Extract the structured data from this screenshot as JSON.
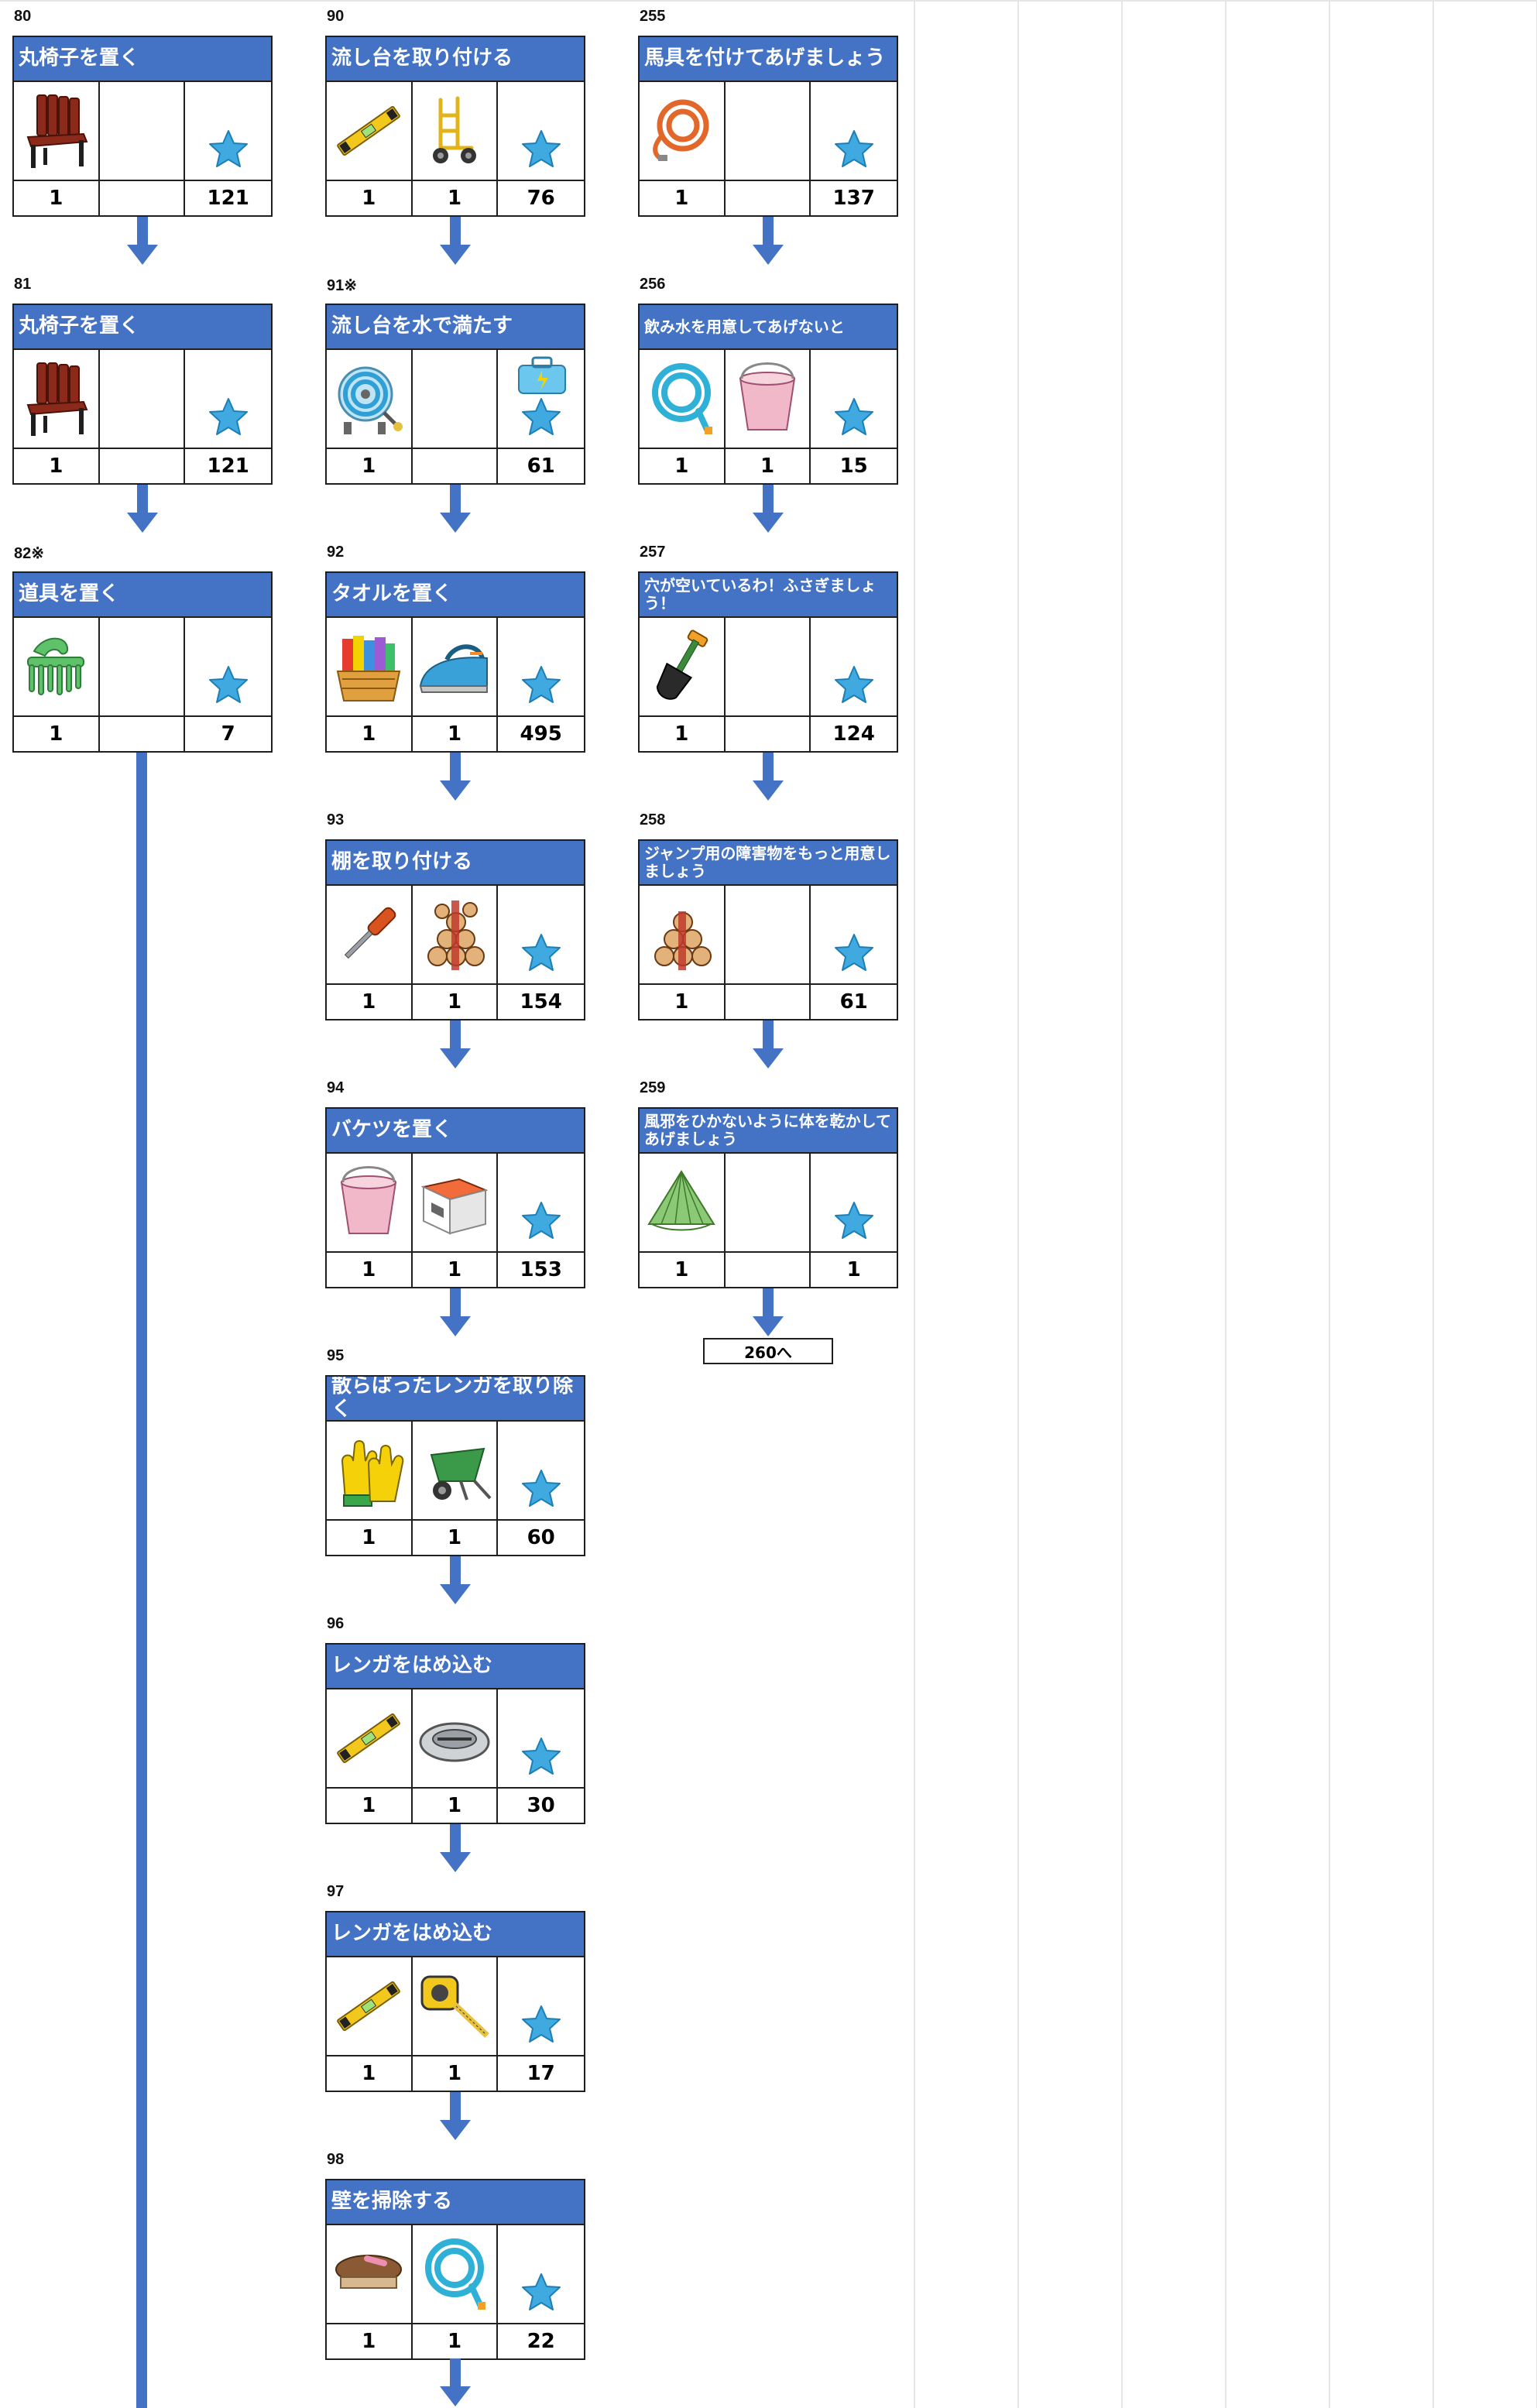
{
  "colors": {
    "title_bg": "#4472c4",
    "arrow": "#4472c4",
    "star": "#3fa9e0"
  },
  "columns": [
    [
      {
        "id": "80",
        "title": "丸椅子を置く",
        "icons": [
          "bench-icon",
          "",
          ""
        ],
        "nums": [
          "1",
          "",
          "121"
        ]
      },
      {
        "id": "81",
        "title": "丸椅子を置く",
        "icons": [
          "bench-icon",
          "",
          ""
        ],
        "nums": [
          "1",
          "",
          "121"
        ]
      },
      {
        "id": "82※",
        "title": "道具を置く",
        "icons": [
          "rake-icon",
          "",
          ""
        ],
        "nums": [
          "1",
          "",
          "7"
        ]
      }
    ],
    [
      {
        "id": "90",
        "title": "流し台を取り付ける",
        "icons": [
          "level-tool-icon",
          "hand-truck-icon",
          ""
        ],
        "nums": [
          "1",
          "1",
          "76"
        ]
      },
      {
        "id": "91※",
        "title": "流し台を水で満たす",
        "icons": [
          "hose-reel-icon",
          "",
          "toolbox-icon"
        ],
        "nums": [
          "1",
          "",
          "61"
        ]
      },
      {
        "id": "92",
        "title": "タオルを置く",
        "icons": [
          "fabric-basket-icon",
          "iron-icon",
          ""
        ],
        "nums": [
          "1",
          "1",
          "495"
        ]
      },
      {
        "id": "93",
        "title": "棚を取り付ける",
        "icons": [
          "screwdriver-icon",
          "firewood-icon",
          ""
        ],
        "nums": [
          "1",
          "1",
          "154"
        ]
      },
      {
        "id": "94",
        "title": "バケツを置く",
        "icons": [
          "bucket-icon",
          "bricks-icon",
          ""
        ],
        "nums": [
          "1",
          "1",
          "153"
        ]
      },
      {
        "id": "95",
        "title": "散らばったレンガを取り除く",
        "icons": [
          "gloves-icon",
          "wheelbarrow-icon",
          ""
        ],
        "nums": [
          "1",
          "1",
          "60"
        ]
      },
      {
        "id": "96",
        "title": "レンガをはめ込む",
        "icons": [
          "level-tool-icon",
          "trowel-icon",
          ""
        ],
        "nums": [
          "1",
          "1",
          "30"
        ]
      },
      {
        "id": "97",
        "title": "レンガをはめ込む",
        "icons": [
          "level-tool-icon",
          "tape-measure-icon",
          ""
        ],
        "nums": [
          "1",
          "1",
          "17"
        ]
      },
      {
        "id": "98",
        "title": "壁を掃除する",
        "icons": [
          "brush-icon",
          "hose-icon",
          ""
        ],
        "nums": [
          "1",
          "1",
          "22"
        ]
      }
    ],
    [
      {
        "id": "255",
        "title": "馬具を付けてあげましょう",
        "icons": [
          "lead-rope-icon",
          "",
          ""
        ],
        "nums": [
          "1",
          "",
          "137"
        ]
      },
      {
        "id": "256",
        "title": "飲み水を用意してあげないと",
        "icons": [
          "hose-icon",
          "bucket-icon",
          ""
        ],
        "nums": [
          "1",
          "1",
          "15"
        ]
      },
      {
        "id": "257",
        "title": "穴が空いているわ！ふさぎましょう！",
        "icons": [
          "shovel-icon",
          "",
          ""
        ],
        "nums": [
          "1",
          "",
          "124"
        ]
      },
      {
        "id": "258",
        "title": "ジャンプ用の障害物をもっと用意しましょう",
        "icons": [
          "firewood-icon",
          "",
          ""
        ],
        "nums": [
          "1",
          "",
          "61"
        ]
      },
      {
        "id": "259",
        "title": "風邪をひかないように体を乾かしてあげましょう",
        "icons": [
          "folded-towel-icon",
          "",
          ""
        ],
        "nums": [
          "1",
          "",
          "1"
        ]
      }
    ]
  ],
  "next_label": "260へ"
}
